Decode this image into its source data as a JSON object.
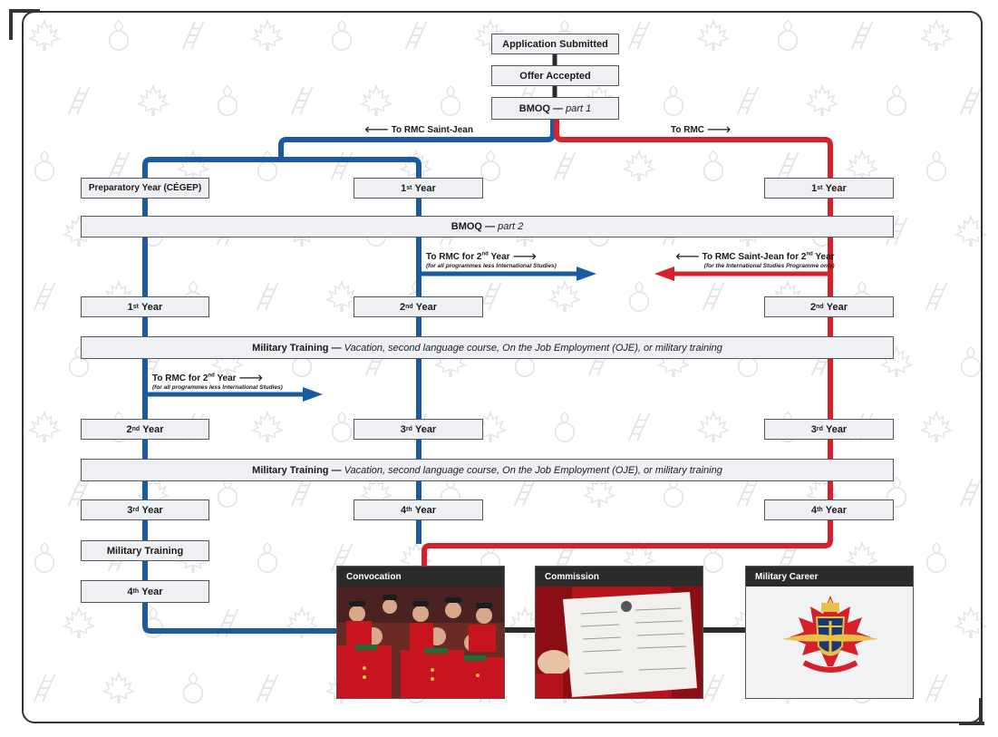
{
  "steps": {
    "application_submitted": "Application Submitted",
    "offer_accepted": "Offer Accepted",
    "bmoq1_main": "BMOQ —",
    "bmoq1_part": "part 1",
    "bmoq2_main": "BMOQ —",
    "bmoq2_part": "part 2"
  },
  "routes": {
    "to_saint_jean": "🡐 To RMC Saint-Jean",
    "to_rmc": "To RMC 🡒",
    "rmc_2nd_a": "To RMC for",
    "rmc_2nd_b": "Year 🡒",
    "rmc_2nd_note": "(for all programmes less International Studies)",
    "sj_2nd_a": "🡐 To RMC Saint-Jean for",
    "sj_2nd_b": "Year",
    "sj_2nd_note": "(for the International Studies Programme only)"
  },
  "years": {
    "prep": "Preparatory Year (CÉGEP)",
    "y1": "1",
    "y2": "2",
    "y3": "3",
    "y4": "4",
    "sup_st": "st",
    "sup_nd": "nd",
    "sup_rd": "rd",
    "sup_th": "th",
    "word": "Year"
  },
  "training": {
    "main": "Military Training —",
    "detail": "Vacation, second language course, On the Job Employment (OJE), or military training",
    "short": "Military Training"
  },
  "outcomes": {
    "convocation": "Convocation",
    "commission": "Commission",
    "military_career": "Military Career"
  },
  "colors": {
    "saint_jean_path": "#1a5a9e",
    "rmc_path": "#d8202a",
    "connector": "#2b2b2b",
    "box_fill": "#eef0f3",
    "scarlet": "#c8141e"
  },
  "icons": [
    "maple-leaf-icon",
    "grenade-icon",
    "ladder-icon",
    "crest-icon"
  ]
}
